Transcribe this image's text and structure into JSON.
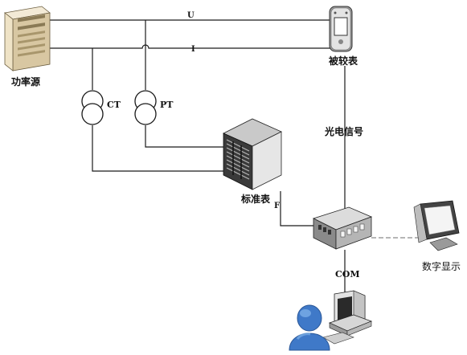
{
  "labels": {
    "power_source": "功率源",
    "meter_under_test": "被较表",
    "standard_meter": "标准表",
    "optical_signal": "光电信号",
    "digital_display": "数字显示",
    "line_u": "U",
    "line_i": "I",
    "ct": "CT",
    "pt": "PT",
    "line_f": "F",
    "com": "COM"
  },
  "colors": {
    "line": "#1a1a1a",
    "line_dashed": "#8a8a8a",
    "device_dark": "#2b2b2b",
    "device_mid": "#6f6f6f",
    "device_light": "#d9d9d9",
    "beige_light": "#f3ead6",
    "beige_mid": "#d8c7a2",
    "person_blue": "#3f79c8",
    "person_light": "#7fb2ea"
  },
  "icons": {
    "power_source": "tower-server-icon",
    "meter_under_test": "handheld-meter-icon",
    "standard_meter": "server-cabinet-icon",
    "hub": "network-hub-icon",
    "monitor": "monitor-icon",
    "computer": "desktop-computer-icon",
    "person": "user-icon",
    "ct": "current-transformer-icon",
    "pt": "potential-transformer-icon"
  }
}
